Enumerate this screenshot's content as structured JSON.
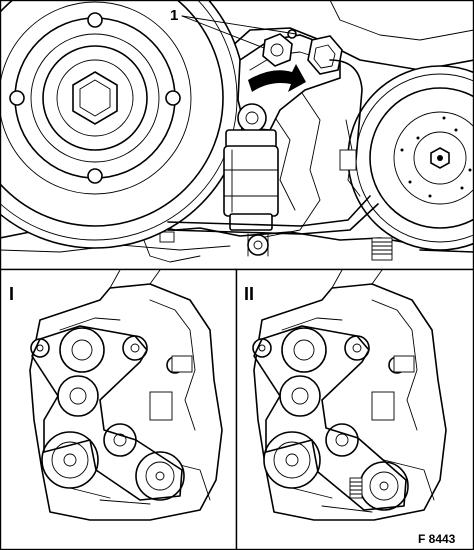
{
  "figure": {
    "callout_number": "1",
    "panel_left_label": "I",
    "panel_right_label": "II",
    "figure_code": "F 8443"
  }
}
